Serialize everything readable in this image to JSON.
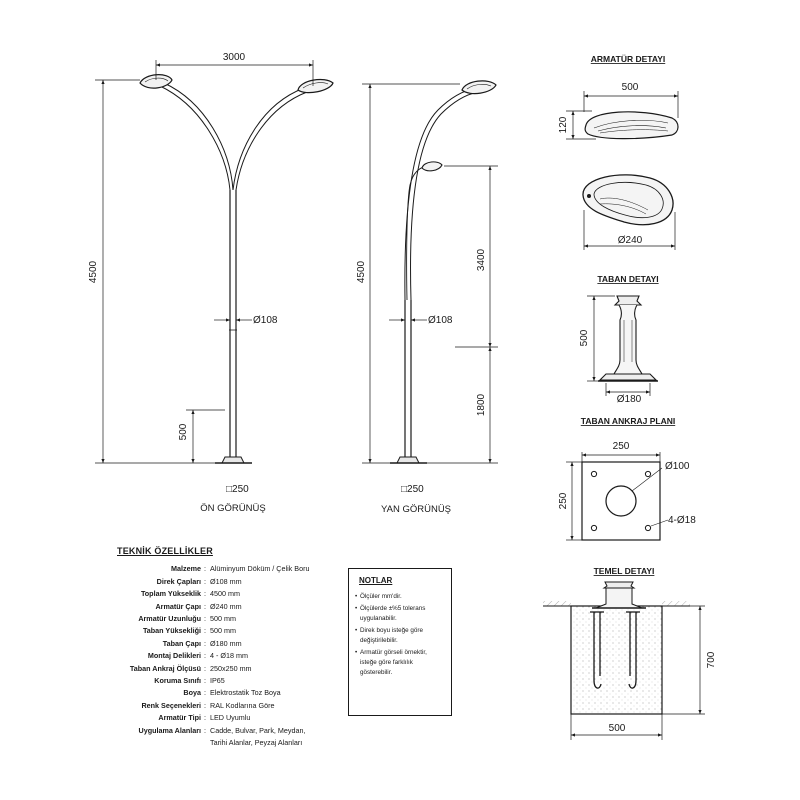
{
  "front_view": {
    "title": "ÖN GÖRÜNÜŞ",
    "dim_width": "3000",
    "dim_height": "4500",
    "dim_diameter": "Ø108",
    "dim_base_height": "500",
    "dim_base_square": "□250"
  },
  "side_view": {
    "title": "YAN GÖRÜNÜŞ",
    "dim_height": "4500",
    "dim_diameter": "Ø108",
    "dim_upper": "3400",
    "dim_lower": "1800",
    "dim_base_square": "□250"
  },
  "luminaire_detail": {
    "title": "ARMATÜR DETAYI",
    "dim_length": "500",
    "dim_height": "120",
    "dim_diameter": "Ø240"
  },
  "base_detail": {
    "title": "TABAN DETAYI",
    "dim_height": "500",
    "dim_diameter": "Ø180"
  },
  "anchor_plan": {
    "title": "TABAN ANKRAJ PLANI",
    "dim_width": "250",
    "dim_height": "250",
    "dim_hole": "Ø100",
    "dim_holes": "4-Ø18"
  },
  "foundation_detail": {
    "title": "TEMEL DETAYI",
    "dim_depth": "700",
    "dim_width": "500"
  },
  "specs": {
    "title": "TEKNİK ÖZELLİKLER",
    "rows": [
      {
        "key": "Malzeme",
        "value": "Alüminyum Döküm / Çelik Boru"
      },
      {
        "key": "Direk Çapları",
        "value": "Ø108 mm"
      },
      {
        "key": "Toplam Yükseklik",
        "value": "4500 mm"
      },
      {
        "key": "Armatür Çapı",
        "value": "Ø240 mm"
      },
      {
        "key": "Armatür Uzunluğu",
        "value": "500 mm"
      },
      {
        "key": "Taban Yüksekliği",
        "value": "500 mm"
      },
      {
        "key": "Taban Çapı",
        "value": "Ø180 mm"
      },
      {
        "key": "Montaj Delikleri",
        "value": "4 - Ø18 mm"
      },
      {
        "key": "Taban Ankraj Ölçüsü",
        "value": "250x250 mm"
      },
      {
        "key": "Koruma Sınıfı",
        "value": "IP65"
      },
      {
        "key": "Boya",
        "value": "Elektrostatik Toz Boya"
      },
      {
        "key": "Renk Seçenekleri",
        "value": "RAL Kodlarına Göre"
      },
      {
        "key": "Armatür Tipi",
        "value": "LED Uyumlu"
      },
      {
        "key": "Uygulama Alanları",
        "value": "Cadde, Bulvar, Park, Meydan,"
      },
      {
        "key": "",
        "value": "Tarihi Alanlar, Peyzaj Alanları"
      }
    ]
  },
  "notes": {
    "title": "NOTLAR",
    "items": [
      "Ölçüler mm'dir.",
      "Ölçülerde ±%5 tolerans uygulanabilir.",
      "Direk boyu isteğe göre değiştirilebilir.",
      "Armatür görseli örnektir, isteğe göre farklılık gösterebilir."
    ]
  }
}
